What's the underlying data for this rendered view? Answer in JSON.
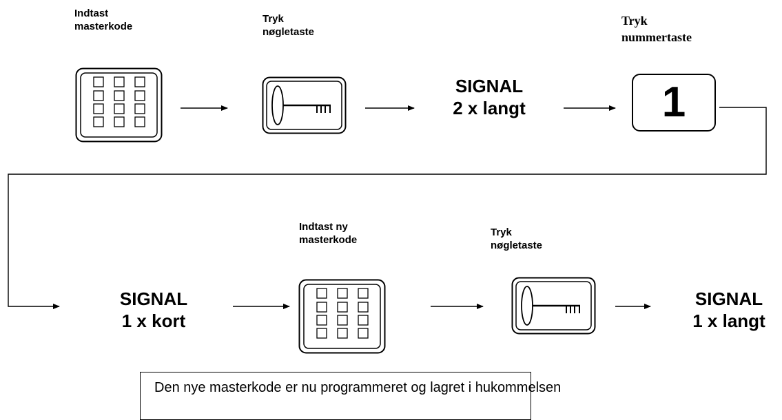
{
  "row1": {
    "step1_label": "Indtast\nmasterkode",
    "step1_icon": "keypad-icon",
    "step2_label": "Tryk\nnøgletaste",
    "step2_icon": "key-icon",
    "signal1_line1": "SIGNAL",
    "signal1_line2": "2 x langt",
    "step3_label": "Tryk\nnummertaste",
    "step3_icon": "number-key-icon",
    "number_key": "1"
  },
  "row2": {
    "signal2_line1": "SIGNAL",
    "signal2_line2": "1 x kort",
    "step4_label": "Indtast ny\nmasterkode",
    "step4_icon": "keypad-icon",
    "step5_label": "Tryk\nnøgletaste",
    "step5_icon": "key-icon",
    "signal3_line1": "SIGNAL",
    "signal3_line2": "1 x langt"
  },
  "note": "Den nye masterkode er nu programmeret og lagret i hukommelsen"
}
